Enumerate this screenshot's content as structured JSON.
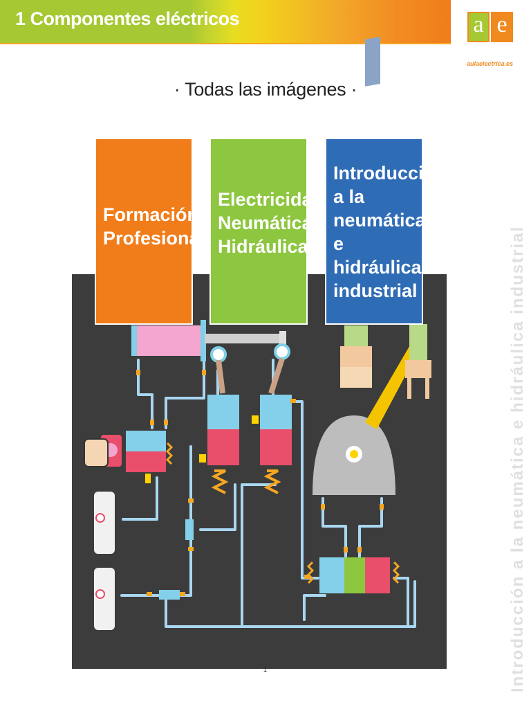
{
  "header": {
    "title": "1 Componentes eléctricos"
  },
  "logo": {
    "letter_a": "a",
    "letter_e": "e",
    "site": "aulaelectrica.es"
  },
  "subtitle": "· Todas las imágenes ·",
  "side_title": "Introducción a la neumática e hidráulica industrial",
  "cards": [
    {
      "lines": [
        "Formación",
        "Profesional"
      ],
      "color": "#f07d1a"
    },
    {
      "lines": [
        "Electricidad",
        "Neumática",
        "Hidráulica"
      ],
      "color": "#8dc63f"
    },
    {
      "lines": [
        "Introducción",
        "a la",
        "neumática",
        "e hidráulica",
        "industrial"
      ],
      "color": "#2f6cb6"
    }
  ],
  "page_number": "1",
  "colors": {
    "accent_orange": "#f07d1a",
    "accent_green": "#a6c832",
    "board": "#3c3c3c",
    "pipe": "#a9d7f0"
  }
}
